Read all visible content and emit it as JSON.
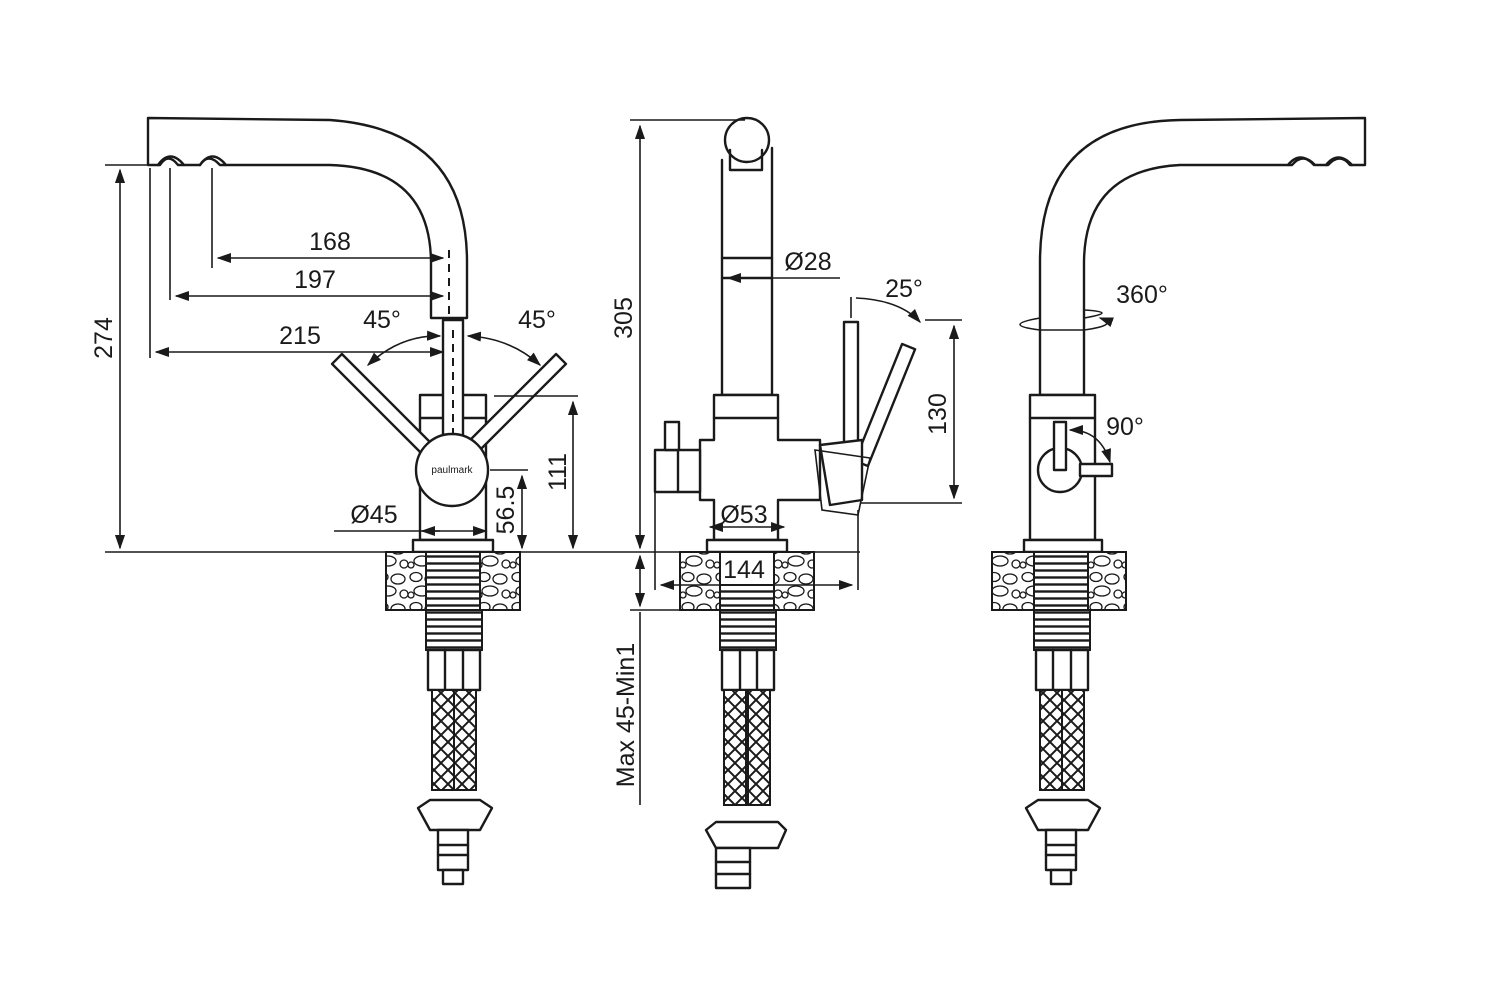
{
  "brand_logo": "paulmark",
  "colors": {
    "line": "#1a1a1a",
    "background": "#ffffff"
  },
  "front_view": {
    "dim_168": "168",
    "dim_197": "197",
    "dim_215": "215",
    "dim_274": "274",
    "angle_left": "45°",
    "angle_right": "45°",
    "dim_111": "111",
    "dim_56_5": "56.5",
    "dia_45": "Ø45"
  },
  "side_view": {
    "dim_305": "305",
    "dia_28": "Ø28",
    "angle_25": "25°",
    "dim_130": "130",
    "dia_53": "Ø53",
    "dim_144": "144",
    "counter_thickness": "Max 45-Min1"
  },
  "rear_view": {
    "rotation_360": "360°",
    "angle_90": "90°"
  }
}
